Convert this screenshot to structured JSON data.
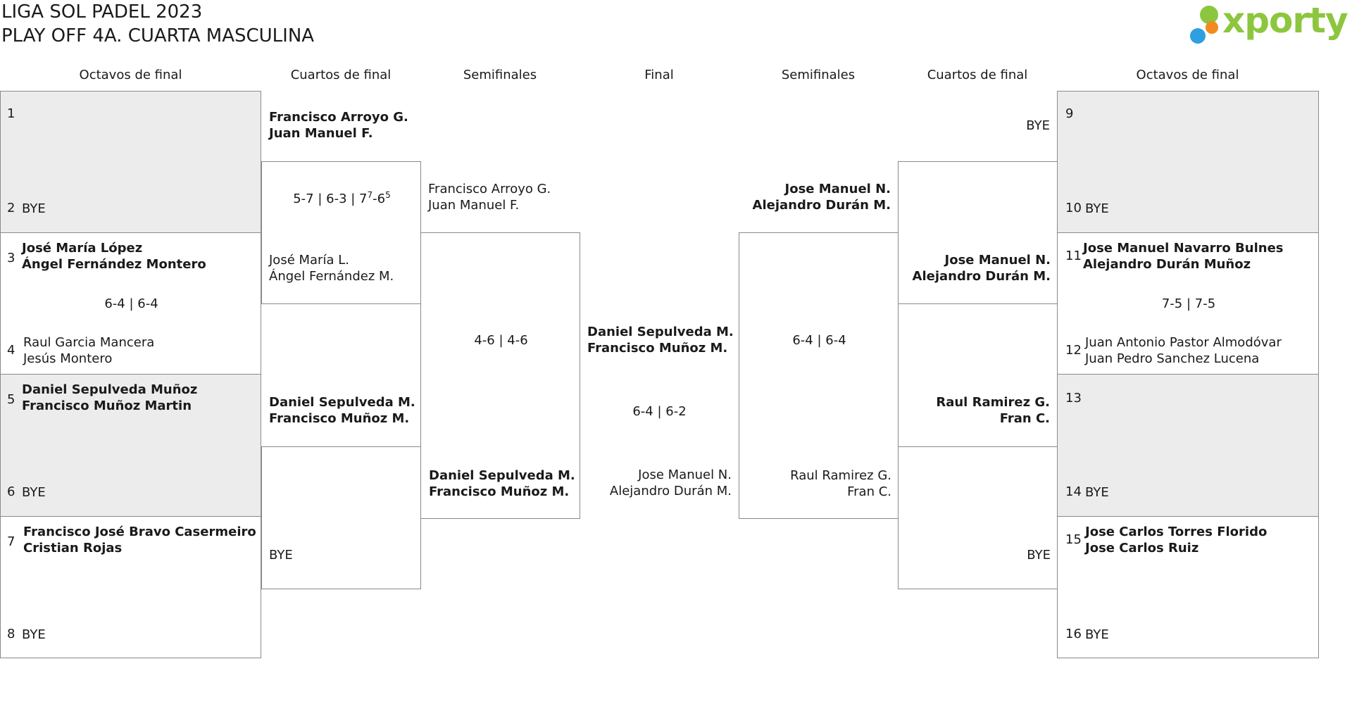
{
  "header": {
    "title_line1": "LIGA SOL PADEL 2023",
    "title_line2": "PLAY OFF 4A. CUARTA MASCULINA"
  },
  "logo": {
    "text": "xporty",
    "colors": [
      "#2e9fe0",
      "#f28a1e",
      "#8cc63f"
    ]
  },
  "columns": [
    "Octavos de final",
    "Cuartos de final",
    "Semifinales",
    "Final",
    "Semifinales",
    "Cuartos de final",
    "Octavos de final"
  ],
  "left_r16": [
    {
      "top_num": "1",
      "top_p1": "",
      "top_p2": "",
      "bot_num": "2",
      "bot_p1": "BYE",
      "bot_p2": "",
      "score": ""
    },
    {
      "top_num": "3",
      "top_p1": "José María López",
      "top_p2": "Ángel Fernández Montero",
      "bot_num": "4",
      "bot_p1": "Raul Garcia Mancera",
      "bot_p2": "Jesús Montero",
      "score": "6-4 | 6-4"
    },
    {
      "top_num": "5",
      "top_p1": "Daniel Sepulveda Muñoz",
      "top_p2": "Francisco Muñoz Martin",
      "bot_num": "6",
      "bot_p1": "BYE",
      "bot_p2": "",
      "score": ""
    },
    {
      "top_num": "7",
      "top_p1": "Francisco José Bravo Casermeiro",
      "top_p2": "Cristian Rojas",
      "bot_num": "8",
      "bot_p1": "BYE",
      "bot_p2": "",
      "score": ""
    }
  ],
  "left_qf": [
    {
      "top_p1": "Francisco Arroyo G.",
      "top_p2": "Juan Manuel F.",
      "score_main": "5-7 | 6-3 | 7",
      "score_sup1": "7",
      "score_mid": "-6",
      "score_sup2": "5",
      "bot_p1": "José María L.",
      "bot_p2": "Ángel Fernández M."
    },
    {
      "top_p1": "Daniel Sepulveda M.",
      "top_p2": "Francisco Muñoz M.",
      "score": "",
      "bot_p1": "BYE",
      "bot_p2": ""
    }
  ],
  "left_sf": {
    "top_p1": "Francisco Arroyo G.",
    "top_p2": "Juan Manuel F.",
    "score": "4-6 | 4-6",
    "bot_p1": "Daniel Sepulveda M.",
    "bot_p2": "Francisco Muñoz M."
  },
  "final": {
    "top_p1": "Daniel Sepulveda M.",
    "top_p2": "Francisco Muñoz M.",
    "score": "6-4 | 6-2",
    "bot_p1": "Jose Manuel N.",
    "bot_p2": "Alejandro Durán M."
  },
  "right_sf": {
    "top_p1": "Jose Manuel N.",
    "top_p2": "Alejandro Durán M.",
    "score": "6-4 | 6-4",
    "bot_p1": "Raul Ramirez G.",
    "bot_p2": "Fran C."
  },
  "right_qf": [
    {
      "top_p1": "BYE",
      "bot_p1": "Jose Manuel N.",
      "bot_p2": "Alejandro Durán M."
    },
    {
      "top_p1": "Raul Ramirez G.",
      "top_p2": "Fran C.",
      "bot_p1": "BYE"
    }
  ],
  "right_r16": [
    {
      "top_num": "9",
      "bot_num": "10",
      "bot_p1": "BYE"
    },
    {
      "top_num": "11",
      "top_p1": "Jose Manuel Navarro Bulnes",
      "top_p2": "Alejandro Durán Muñoz",
      "bot_num": "12",
      "bot_p1": "Juan Antonio Pastor Almodóvar",
      "bot_p2": "Juan Pedro Sanchez Lucena",
      "score": "7-5 | 7-5"
    },
    {
      "top_num": "13",
      "bot_num": "14",
      "bot_p1": "BYE"
    },
    {
      "top_num": "15",
      "top_p1": "Jose Carlos Torres Florido",
      "top_p2": "Jose Carlos Ruiz",
      "bot_num": "16",
      "bot_p1": "BYE"
    }
  ]
}
